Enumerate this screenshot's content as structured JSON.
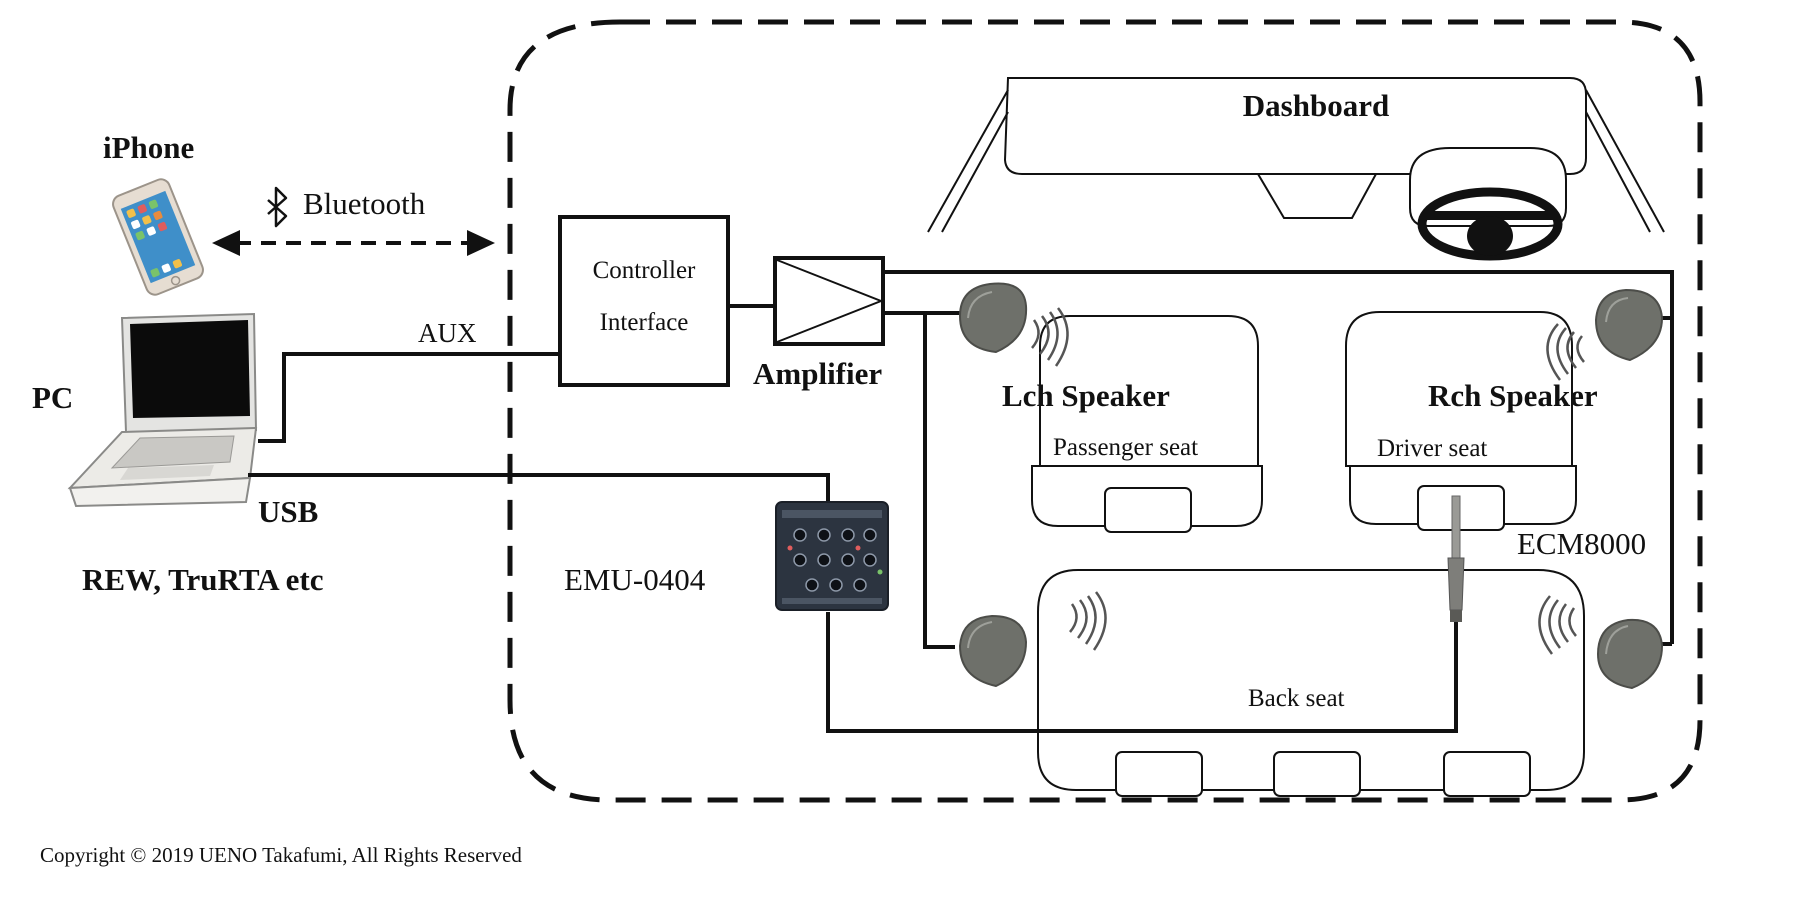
{
  "labels": {
    "iphone": "iPhone",
    "bluetooth": "Bluetooth",
    "pc": "PC",
    "aux": "AUX",
    "usb": "USB",
    "software": "REW, TruRTA etc",
    "controller_line1": "Controller",
    "controller_line2": "Interface",
    "amplifier": "Amplifier",
    "dashboard": "Dashboard",
    "lch_speaker": "Lch Speaker",
    "rch_speaker": "Rch Speaker",
    "passenger_seat": "Passenger seat",
    "driver_seat": "Driver seat",
    "back_seat": "Back seat",
    "ecm8000": "ECM8000",
    "emu0404": "EMU-0404",
    "copyright": "Copyright © 2019 UENO Takafumi, All Rights Reserved"
  },
  "icons": {
    "bluetooth_symbol": "bluetooth-icon",
    "iphone": "smartphone-icon",
    "pc": "laptop-icon",
    "amplifier": "amplifier-triangle-icon",
    "emu0404": "audio-interface-icon",
    "ecm8000": "measurement-microphone-icon",
    "speaker": "speaker-icon",
    "steering_wheel": "steering-wheel-icon"
  },
  "colors": {
    "line": "#111111",
    "speaker": "#6e706a",
    "iphone_screen": "#3f8fc9"
  }
}
